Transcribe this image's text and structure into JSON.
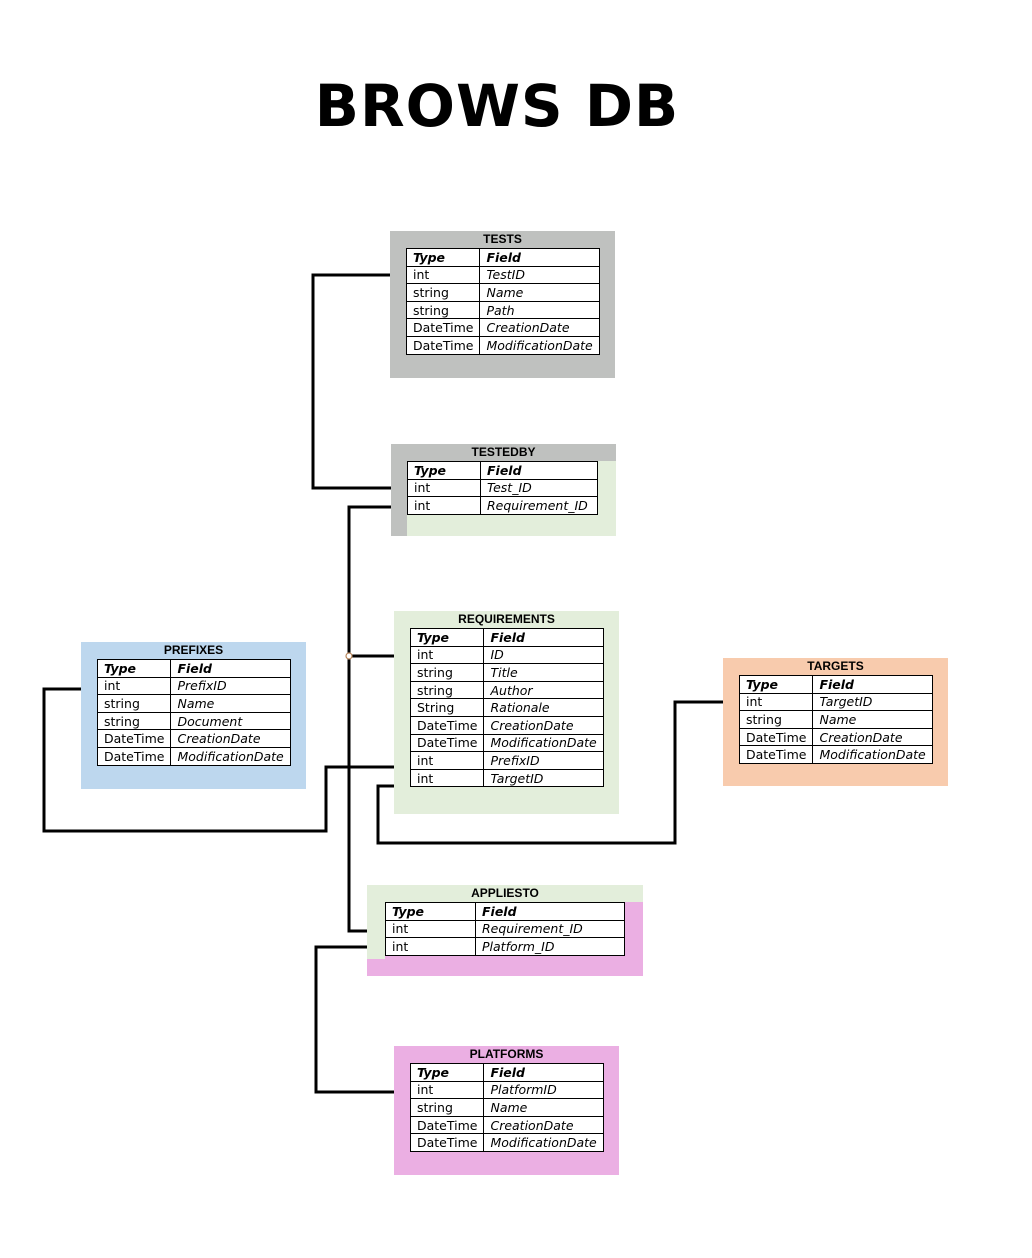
{
  "title": "BROWS DB",
  "labels": {
    "type": "Type",
    "field": "Field"
  },
  "entities": {
    "tests": {
      "name": "TESTS",
      "color": "#bfc1bf",
      "rows": [
        {
          "type": "int",
          "field": "TestID"
        },
        {
          "type": "string",
          "field": "Name"
        },
        {
          "type": "string",
          "field": "Path"
        },
        {
          "type": "DateTime",
          "field": "CreationDate"
        },
        {
          "type": "DateTime",
          "field": "ModificationDate"
        }
      ]
    },
    "testedby": {
      "name": "TESTEDBY",
      "colors": [
        "#bfc1bf",
        "#e3eedb"
      ],
      "rows": [
        {
          "type": "int",
          "field": "Test_ID"
        },
        {
          "type": "int",
          "field": "Requirement_ID"
        }
      ]
    },
    "requirements": {
      "name": "REQUIREMENTS",
      "color": "#e3eedb",
      "rows": [
        {
          "type": "int",
          "field": "ID"
        },
        {
          "type": "string",
          "field": "Title"
        },
        {
          "type": "string",
          "field": "Author"
        },
        {
          "type": "String",
          "field": "Rationale"
        },
        {
          "type": "DateTime",
          "field": "CreationDate"
        },
        {
          "type": "DateTime",
          "field": "ModificationDate"
        },
        {
          "type": "int",
          "field": "PrefixID"
        },
        {
          "type": "int",
          "field": "TargetID"
        }
      ]
    },
    "prefixes": {
      "name": "PREFIXES",
      "color": "#bdd7ee",
      "rows": [
        {
          "type": "int",
          "field": "PrefixID"
        },
        {
          "type": "string",
          "field": "Name"
        },
        {
          "type": "string",
          "field": "Document"
        },
        {
          "type": "DateTime",
          "field": "CreationDate"
        },
        {
          "type": "DateTime",
          "field": "ModificationDate"
        }
      ]
    },
    "targets": {
      "name": "TARGETS",
      "color": "#f8cbad",
      "rows": [
        {
          "type": "int",
          "field": "TargetID"
        },
        {
          "type": "string",
          "field": "Name"
        },
        {
          "type": "DateTime",
          "field": "CreationDate"
        },
        {
          "type": "DateTime",
          "field": "ModificationDate"
        }
      ]
    },
    "appliesto": {
      "name": "APPLIESTO",
      "colors": [
        "#e3eedb",
        "#ebafe3"
      ],
      "rows": [
        {
          "type": "int",
          "field": "Requirement_ID"
        },
        {
          "type": "int",
          "field": "Platform_ID"
        }
      ]
    },
    "platforms": {
      "name": "PLATFORMS",
      "color": "#ebafe3",
      "rows": [
        {
          "type": "int",
          "field": "PlatformID"
        },
        {
          "type": "string",
          "field": "Name"
        },
        {
          "type": "DateTime",
          "field": "CreationDate"
        },
        {
          "type": "DateTime",
          "field": "ModificationDate"
        }
      ]
    }
  },
  "relationships": [
    {
      "from": "tests.TestID",
      "to": "testedby.Test_ID"
    },
    {
      "from": "testedby.Requirement_ID",
      "to": "requirements.ID"
    },
    {
      "from": "requirements.ID",
      "to": "appliesto.Requirement_ID"
    },
    {
      "from": "requirements.PrefixID",
      "to": "prefixes.PrefixID"
    },
    {
      "from": "requirements.TargetID",
      "to": "targets.TargetID"
    },
    {
      "from": "appliesto.Platform_ID",
      "to": "platforms.PlatformID"
    }
  ]
}
